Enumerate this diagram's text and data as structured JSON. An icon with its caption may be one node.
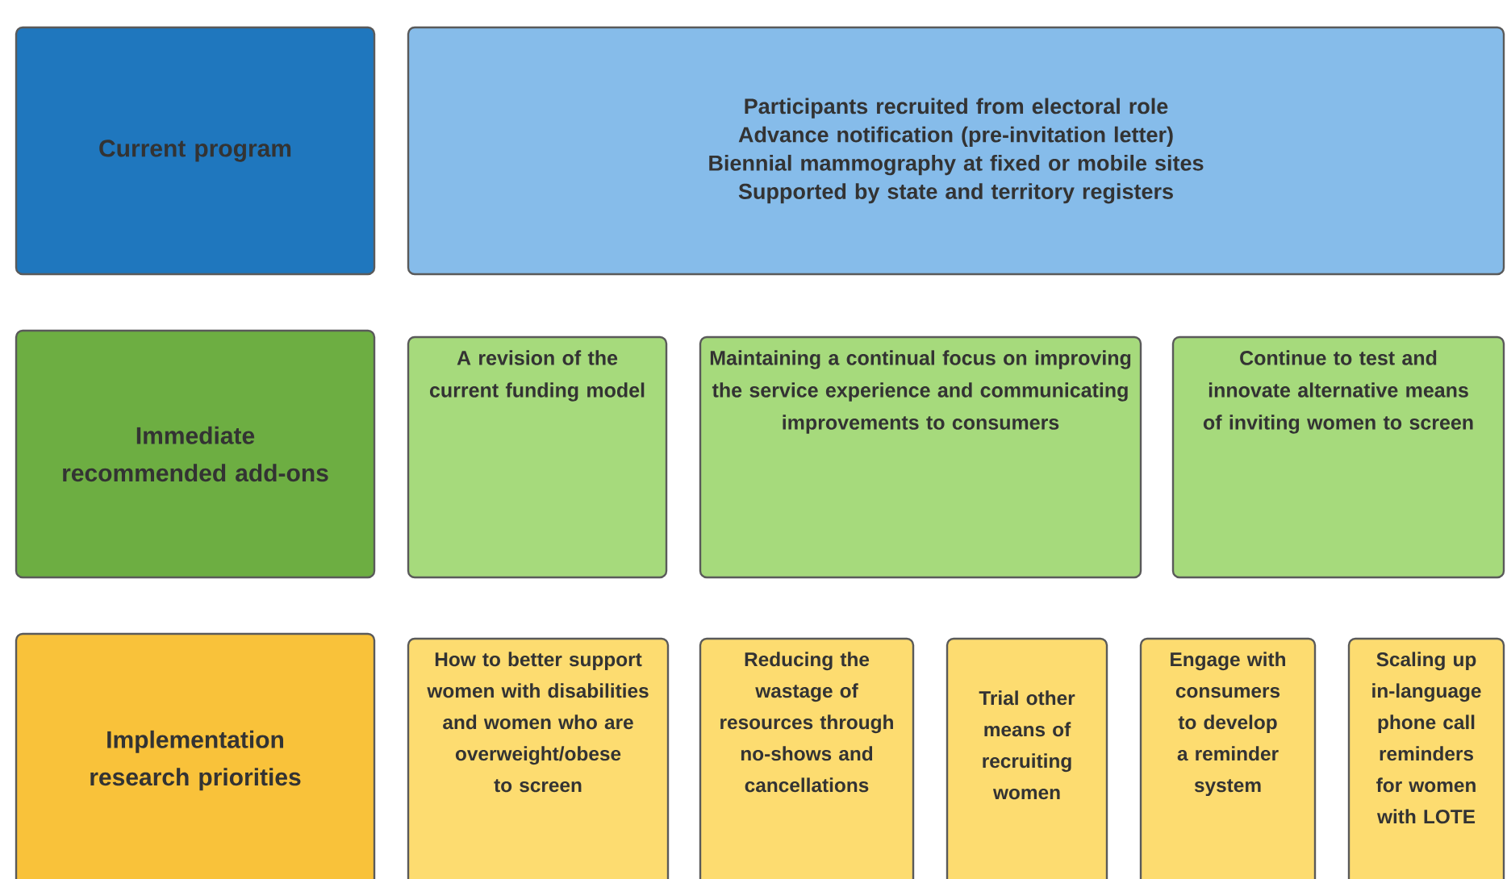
{
  "diagram": {
    "nodes": [
      {
        "text": [
          "Current program"
        ]
      },
      {
        "text": [
          "Participants recruited from electoral role",
          "Advance notification (pre-invitation letter)",
          "Biennial mammography at fixed or mobile sites",
          "Supported by state and territory registers"
        ]
      },
      {
        "text": [
          "Immediate recommended add-ons"
        ]
      },
      {
        "text": [
          "A revision of the current funding model"
        ]
      },
      {
        "text": [
          "Maintaining a continual focus on improving the service experience and communicating improvements to consumers"
        ]
      },
      {
        "text": [
          "Continue to test and innovate alternative means of inviting women to screen"
        ]
      },
      {
        "text": [
          "Implementation research priorities"
        ]
      },
      {
        "text": [
          "How to better support women with disabilities and women who are overweight/obese to screen"
        ]
      },
      {
        "text": [
          "Reducing the wastage of resources through no-shows and cancellations"
        ]
      },
      {
        "text": [
          "Trial other means of recruiting women"
        ]
      },
      {
        "text": [
          "Engage with consumers to develop a reminder system"
        ]
      },
      {
        "text": [
          "Scaling up in-language phone call reminders for women with LOTE"
        ]
      }
    ]
  }
}
